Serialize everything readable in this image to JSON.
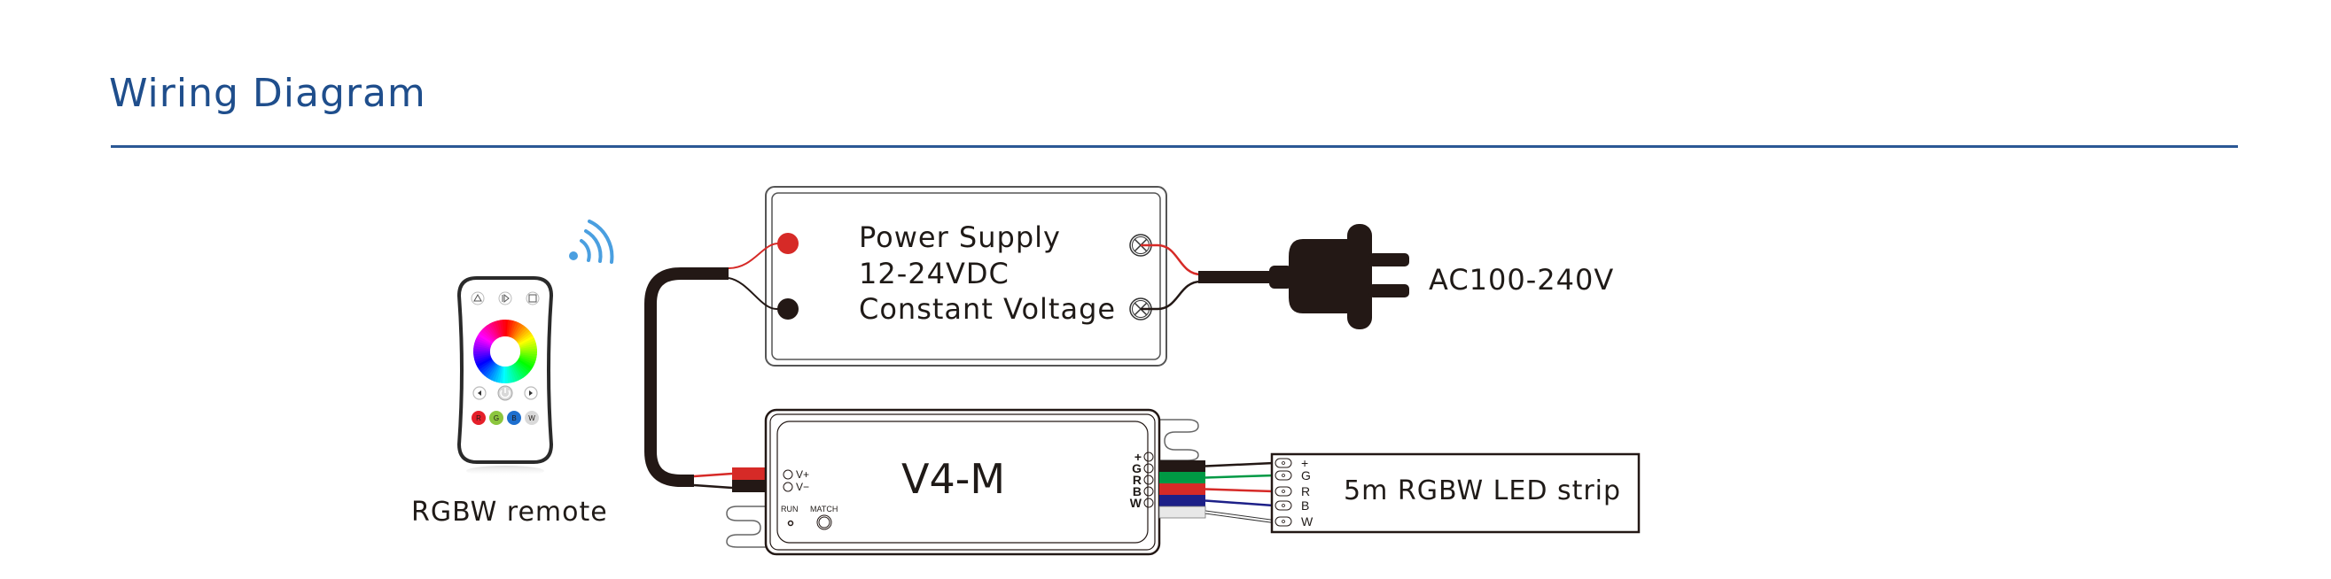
{
  "header": {
    "title": "Wiring Diagram"
  },
  "colors": {
    "title": "#1f4e8c",
    "rule": "#2b5895",
    "wire_red": "#d62a27",
    "wire_black": "#231815",
    "wire_green": "#009944",
    "wire_blue": "#1d2088",
    "wire_white": "#e8e8e8",
    "wireless_icon": "#4a9fe0"
  },
  "remote": {
    "label": "RGBW remote",
    "buttons": [
      "R",
      "G",
      "B",
      "W"
    ],
    "top_icons": [
      "scene-icon",
      "play-icon",
      "save-icon"
    ]
  },
  "power_supply": {
    "line1": "Power Supply",
    "line2": "12-24VDC",
    "line3": "Constant Voltage"
  },
  "plug": {
    "label": "AC100-240V"
  },
  "controller": {
    "model": "V4-M",
    "input_labels": [
      "V+",
      "V−"
    ],
    "run_label": "RUN",
    "match_label": "MATCH",
    "output_labels": [
      "+",
      "G",
      "R",
      "B",
      "W"
    ]
  },
  "led_strip": {
    "label": "5m RGBW LED strip",
    "pad_labels": [
      "+",
      "G",
      "R",
      "B",
      "W"
    ]
  }
}
